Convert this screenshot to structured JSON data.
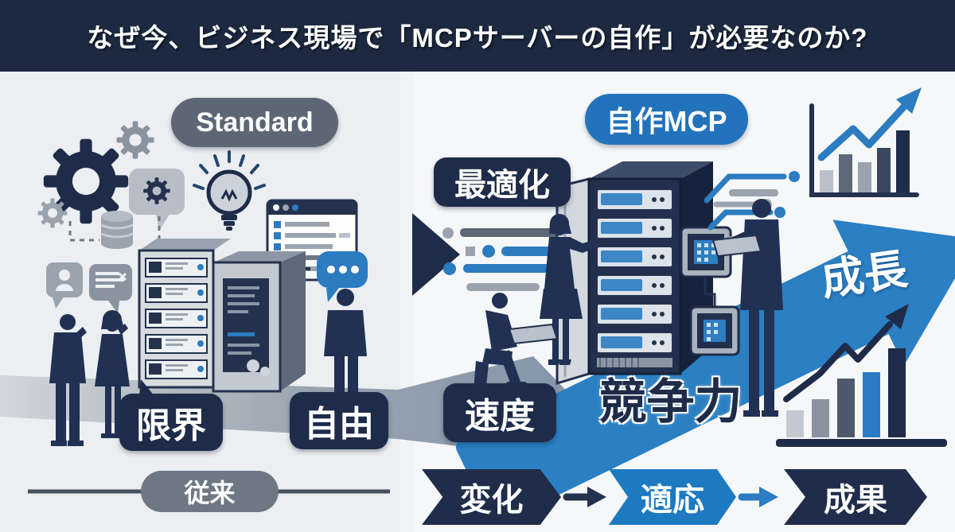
{
  "header": {
    "title": "なぜ今、ビジネス現場で「MCPサーバーの自作」が必要なのか?"
  },
  "left_panel": {
    "badge": "Standard",
    "limit_label": "限界",
    "freedom_label": "自由",
    "era_label": "従来"
  },
  "right_panel": {
    "badge": "自作MCP",
    "optimize_label": "最適化",
    "speed_label": "速度",
    "competitive_label": "競争力",
    "growth_label": "成長",
    "flow_steps": [
      {
        "label": "変化",
        "color": "#1f2d4b"
      },
      {
        "label": "適応",
        "color": "#1d7ac1"
      },
      {
        "label": "成果",
        "color": "#1f2d4b"
      }
    ]
  },
  "colors": {
    "header_bg": "#1c2940",
    "navy": "#1e2c4a",
    "blue": "#2079bf",
    "slate_badge": "#5d6675",
    "gray_pill": "#6e7784",
    "band_gray": "#8e9aa9",
    "left_bg": "#eceef1",
    "right_bg": "#f6f7f9"
  },
  "charts": {
    "top_right": {
      "type": "bar",
      "bar_heights": [
        28,
        48,
        38,
        56,
        78
      ],
      "bar_colors": [
        "#b9c0ca",
        "#5d6878",
        "#9aa3ae",
        "#39475e",
        "#1e2c49"
      ],
      "trend": "up"
    },
    "bottom_right": {
      "type": "bar",
      "bar_heights": [
        34,
        48,
        74,
        82,
        112
      ],
      "bar_colors": [
        "#c3c9d1",
        "#8a94a1",
        "#4e5a6c",
        "#2b7cc4",
        "#1e2c49"
      ],
      "trend": "up"
    }
  },
  "icons": [
    "gear-icon",
    "lightbulb-icon",
    "database-icon",
    "browser-window-icon",
    "user-bubble-icon",
    "chat-bubble-icon",
    "typing-bubble-icon",
    "server-rack-icon",
    "open-server-cabinet-icon",
    "chip-icon",
    "circuit-lines-icon",
    "slider-list-icon",
    "bar-chart-icon",
    "trend-arrow-icon",
    "growth-arrow-icon",
    "person-silhouette"
  ]
}
